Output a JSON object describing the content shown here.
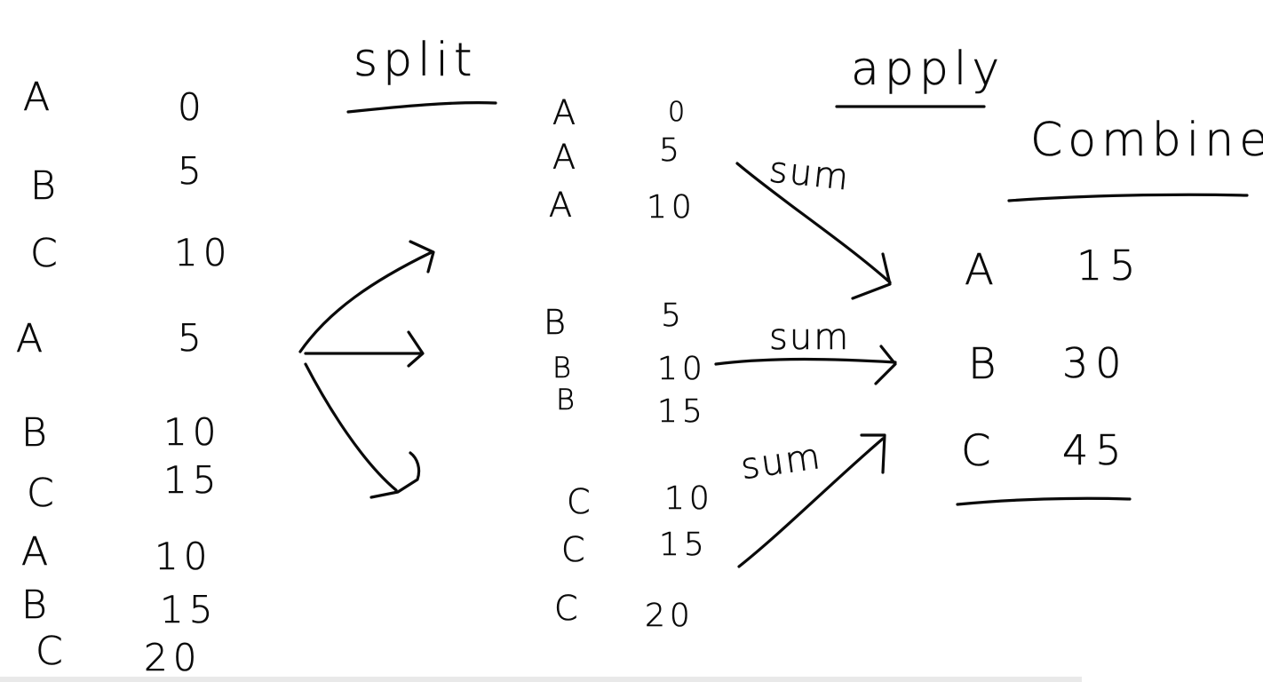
{
  "headings": {
    "split": "split",
    "apply": "apply",
    "combine": "Combine"
  },
  "input_table": [
    {
      "key": "A",
      "value": "0"
    },
    {
      "key": "B",
      "value": "5"
    },
    {
      "key": "C",
      "value": "10"
    },
    {
      "key": "A",
      "value": "5"
    },
    {
      "key": "B",
      "value": "10"
    },
    {
      "key": "C",
      "value": "15"
    },
    {
      "key": "A",
      "value": "10"
    },
    {
      "key": "B",
      "value": "15"
    },
    {
      "key": "C",
      "value": "20"
    }
  ],
  "groups": [
    {
      "rows": [
        {
          "key": "A",
          "value": "0"
        },
        {
          "key": "A",
          "value": "5"
        },
        {
          "key": "A",
          "value": "10"
        }
      ]
    },
    {
      "rows": [
        {
          "key": "B",
          "value": "5"
        },
        {
          "key": "B",
          "value": "10"
        },
        {
          "key": "B",
          "value": "15"
        }
      ]
    },
    {
      "rows": [
        {
          "key": "C",
          "value": "10"
        },
        {
          "key": "C",
          "value": "15"
        },
        {
          "key": "C",
          "value": "20"
        }
      ]
    }
  ],
  "apply_functions": [
    "sum",
    "sum",
    "sum"
  ],
  "result_table": [
    {
      "key": "A",
      "value": "15"
    },
    {
      "key": "B",
      "value": "30"
    },
    {
      "key": "C",
      "value": "45"
    }
  ],
  "ink_color": "#0a0a0a",
  "background_color": "#ffffff"
}
